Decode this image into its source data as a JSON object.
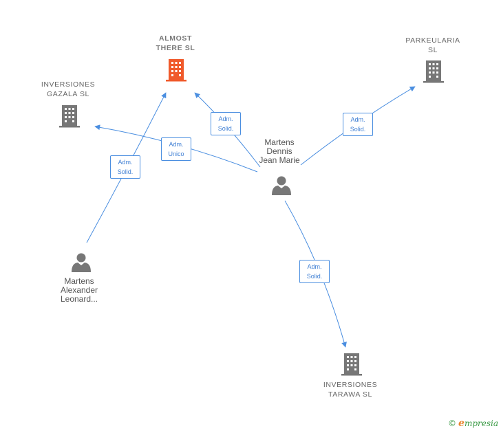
{
  "nodes": {
    "almost_there": {
      "line1": "ALMOST",
      "line2": "THERE  SL",
      "color": "#f05a2b"
    },
    "parkeularia": {
      "line1": "PARKEULARIA",
      "line2": "SL",
      "color": "#777777"
    },
    "inversiones_gazala": {
      "line1": "INVERSIONES",
      "line2": "GAZALA  SL",
      "color": "#777777"
    },
    "inversiones_tarawa": {
      "line1": "INVERSIONES",
      "line2": "TARAWA  SL",
      "color": "#777777"
    },
    "martens_dennis": {
      "line1": "Martens",
      "line2": "Dennis",
      "line3": "Jean Marie"
    },
    "martens_alexander": {
      "line1": "Martens",
      "line2": "Alexander",
      "line3": "Leonard..."
    }
  },
  "edges": {
    "dennis_to_almost": {
      "line1": "Adm.",
      "line2": "Solid."
    },
    "dennis_to_gazala": {
      "line1": "Adm.",
      "line2": "Unico"
    },
    "dennis_to_parkeularia": {
      "line1": "Adm.",
      "line2": "Solid."
    },
    "dennis_to_tarawa": {
      "line1": "Adm.",
      "line2": "Solid."
    },
    "alexander_to_almost": {
      "line1": "Adm.",
      "line2": "Solid."
    }
  },
  "brand": {
    "copyright": "©",
    "initial": "e",
    "rest": "mpresia"
  },
  "colors": {
    "edge": "#4a8ee0",
    "focus_company": "#f05a2b",
    "company": "#777777",
    "person": "#777777"
  }
}
